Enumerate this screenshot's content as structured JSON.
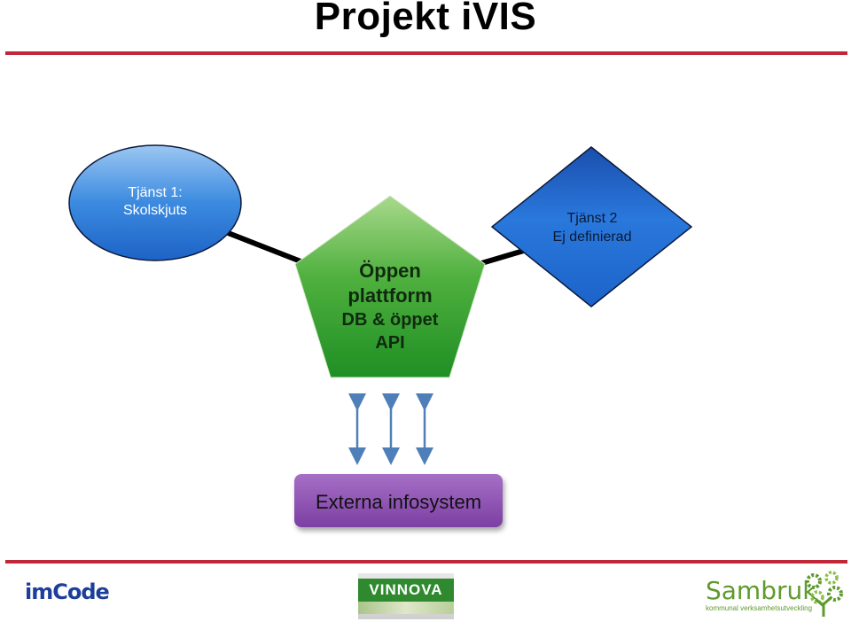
{
  "title": "Projekt  iVIS",
  "nodes": {
    "service1": {
      "line1": "Tjänst 1:",
      "line2": "Skolskjuts"
    },
    "service2": {
      "line1": "Tjänst 2",
      "line2": "Ej definierad"
    },
    "platform": {
      "line1": "Öppen",
      "line2": "plattform",
      "line3": "DB & öppet",
      "line4": "API"
    },
    "external": {
      "label": "Externa infosystem"
    }
  },
  "logos": {
    "imcode": "imCode",
    "vinnova": "VINNOVA",
    "sambruk_name": "Sambruk",
    "sambruk_tagline": "kommunal verksamhetsutveckling"
  },
  "colors": {
    "accent_rule": "#c0283a",
    "oval_fill": "#2f80d8",
    "diamond_fill": "#1e63c8",
    "pentagon_fill": "#2e9a2e",
    "external_fill": "#8a4ab0",
    "arrow": "#4f7fb8"
  }
}
